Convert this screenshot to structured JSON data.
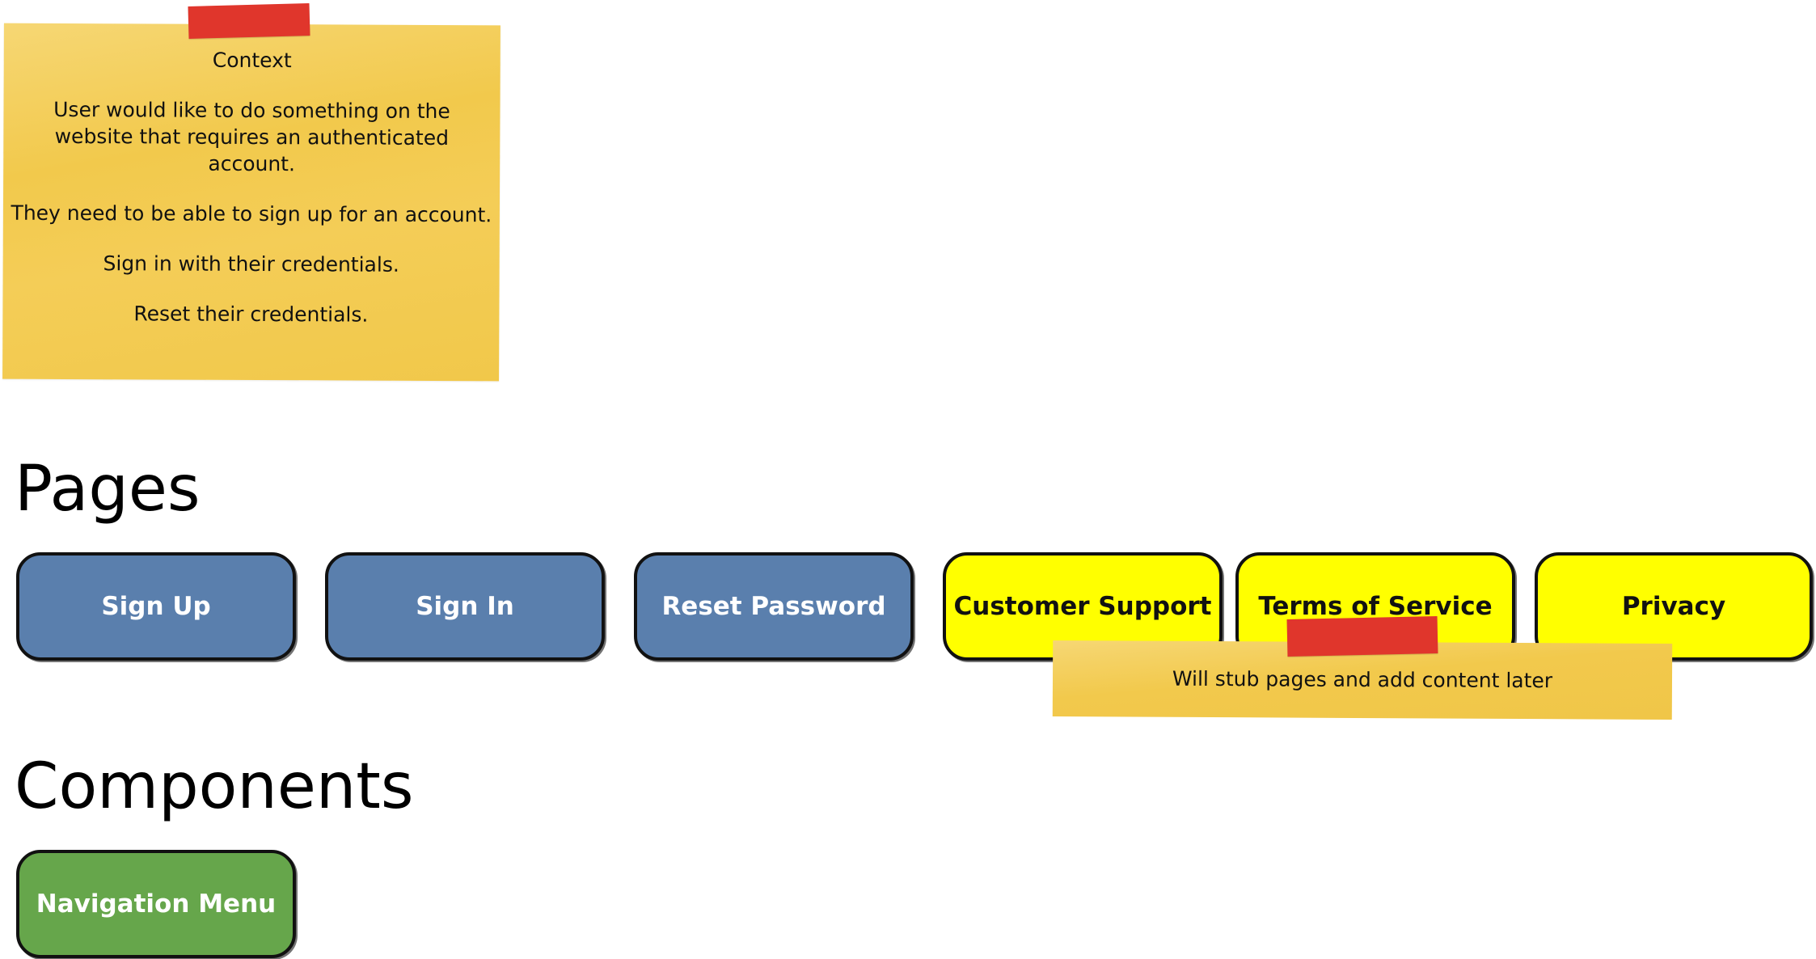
{
  "context_note": {
    "title": "Context",
    "lines": [
      "User would like to do something on the website that requires an authenticated account.",
      "They need to be able to sign up for an account.",
      "Sign in with their credentials.",
      "Reset their credentials."
    ]
  },
  "pages": {
    "heading": "Pages",
    "items": [
      {
        "label": "Sign Up"
      },
      {
        "label": "Sign In"
      },
      {
        "label": "Reset Password"
      },
      {
        "label": "Customer Support"
      },
      {
        "label": "Terms of Service"
      },
      {
        "label": "Privacy"
      }
    ]
  },
  "stub_note": {
    "text": "Will stub pages and add content later"
  },
  "components": {
    "heading": "Components",
    "items": [
      {
        "label": "Navigation Menu"
      }
    ]
  },
  "colors": {
    "sticky_note": "#f2c94c",
    "tape": "#e0362c",
    "page_core": "#5a7fad",
    "page_stub": "#ffff00",
    "component": "#66a64b",
    "outline": "#111111"
  }
}
